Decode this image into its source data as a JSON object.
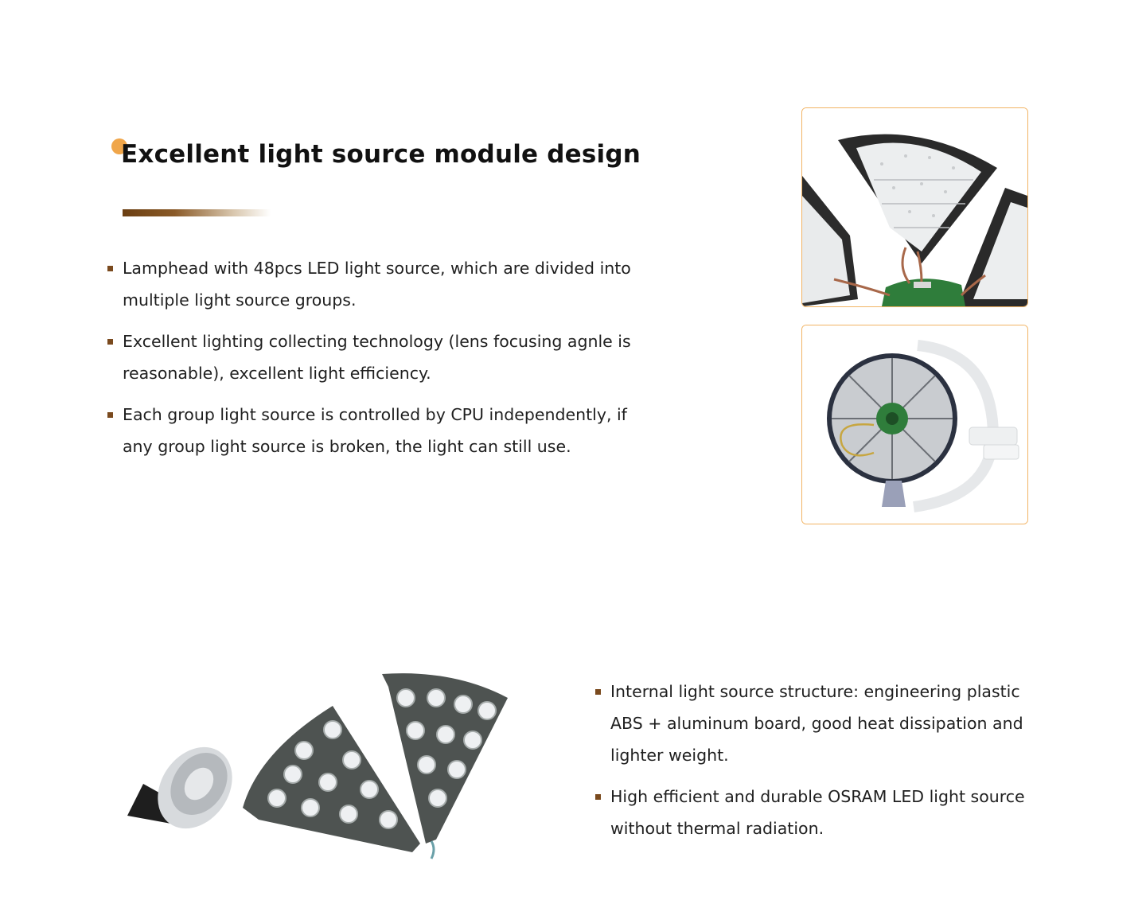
{
  "section1": {
    "title": "Excellent light source module design",
    "bullets": [
      "Lamphead with 48pcs LED light source, which are divided into multiple light source groups.",
      "Excellent lighting collecting technology (lens focusing agnle is reasonable), excellent light efficiency.",
      "Each group light source is controlled by CPU independently, if any group light source is broken, the light can still use."
    ]
  },
  "section2": {
    "bullets": [
      "Internal light source structure: engineering plastic ABS + aluminum board, good heat dissipation and lighter weight.",
      "High efficient and durable OSRAM LED light source without thermal radiation."
    ]
  },
  "colors": {
    "accent_dot": "#f0a64a",
    "bar_dark": "#6b3f12",
    "bullet_square": "#7a4a1e",
    "frame_border": "#f2b464"
  },
  "icons": {
    "title_marker": "orange-dot-icon",
    "bullet_marker": "square-bullet-icon"
  }
}
